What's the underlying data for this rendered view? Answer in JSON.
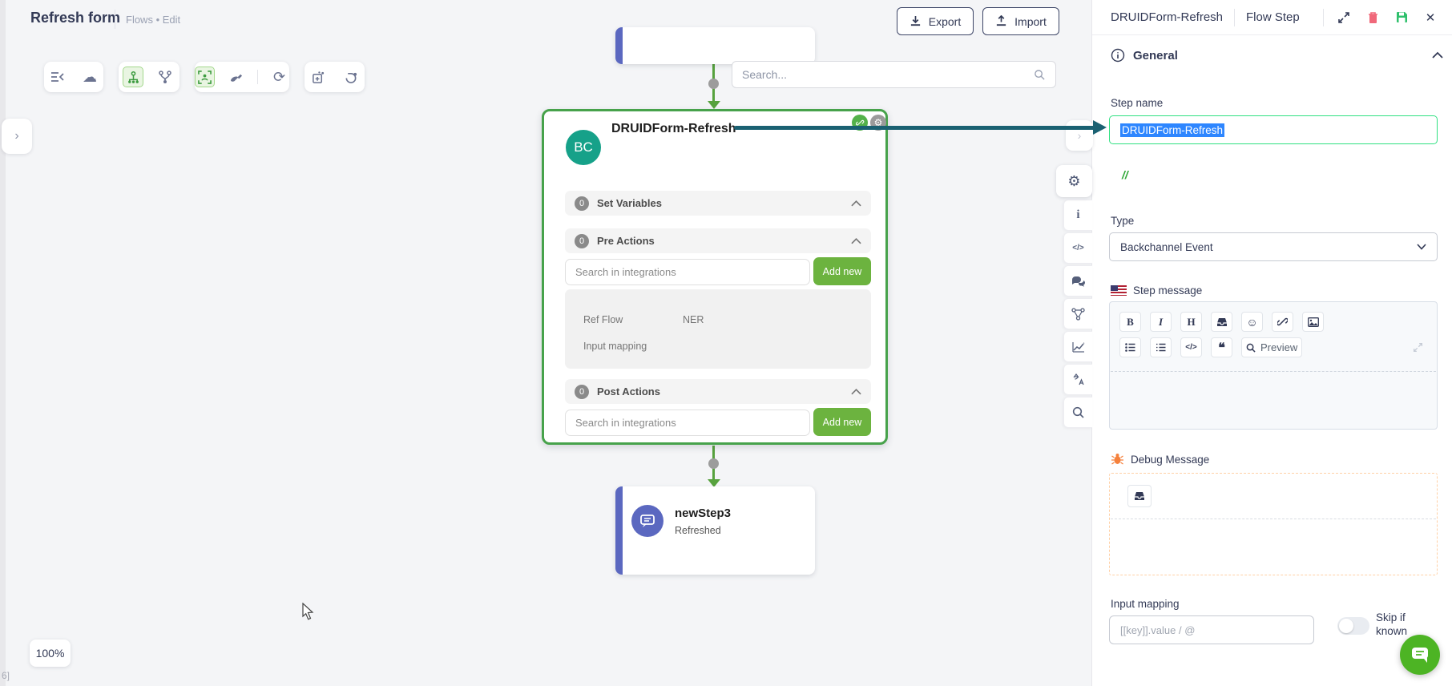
{
  "app": {
    "title": "Refresh form",
    "breadcrumb": [
      "Flows",
      "Edit"
    ],
    "breadcrumb_sep": "•",
    "export_label": "Export",
    "import_label": "Import",
    "zoom_level": "100%",
    "corner_text": "6]"
  },
  "canvas": {
    "search_placeholder": "Search...",
    "main_node": {
      "title": "DRUIDForm-Refresh",
      "avatar": "BC",
      "sections": [
        {
          "count": "0",
          "label": "Set Variables"
        },
        {
          "count": "0",
          "label": "Pre Actions"
        },
        {
          "count": "0",
          "label": "Post Actions"
        }
      ],
      "pre_search_placeholder": "Search in integrations",
      "post_search_placeholder": "Search in integrations",
      "add_new_label": "Add new",
      "detail": {
        "ref_flow": "Ref Flow",
        "ner": "NER",
        "input_mapping": "Input mapping"
      }
    },
    "next_node": {
      "title": "newStep3",
      "subtitle": "Refreshed"
    }
  },
  "panel": {
    "title": "DRUIDForm-Refresh",
    "subtitle": "Flow Step",
    "general_label": "General",
    "step_name_label": "Step name",
    "step_name_value": "DRUIDForm-Refresh",
    "comment_marker": "//",
    "type_label": "Type",
    "type_value": "Backchannel Event",
    "step_message_label": "Step message",
    "debug_label": "Debug Message",
    "input_mapping_label": "Input mapping",
    "input_mapping_placeholder": "[[key]].value / @",
    "skip_label": "Skip if known"
  },
  "editor": {
    "bold": "B",
    "italic": "I",
    "heading": "H",
    "preview_label": "Preview"
  },
  "icons": {
    "gear": "⚙",
    "cloud": "☁",
    "sync": "⟳",
    "redo": "↻",
    "smiley": "☺",
    "quote": "❝",
    "chevron_right": "›",
    "close": "✕",
    "info_letter": "i",
    "code": "</>",
    "search_hint": "⌕"
  },
  "colors": {
    "node_border": "#47a24b",
    "add_new": "#6cb33f",
    "avatar_teal": "#16a189",
    "indigo": "#5b68c0",
    "arrow_teal": "#1a6172",
    "step_input_border": "#2fe081",
    "selection_blue": "#2e86ff",
    "debug_orange": "#f5813c",
    "fab_green": "#4db424"
  }
}
